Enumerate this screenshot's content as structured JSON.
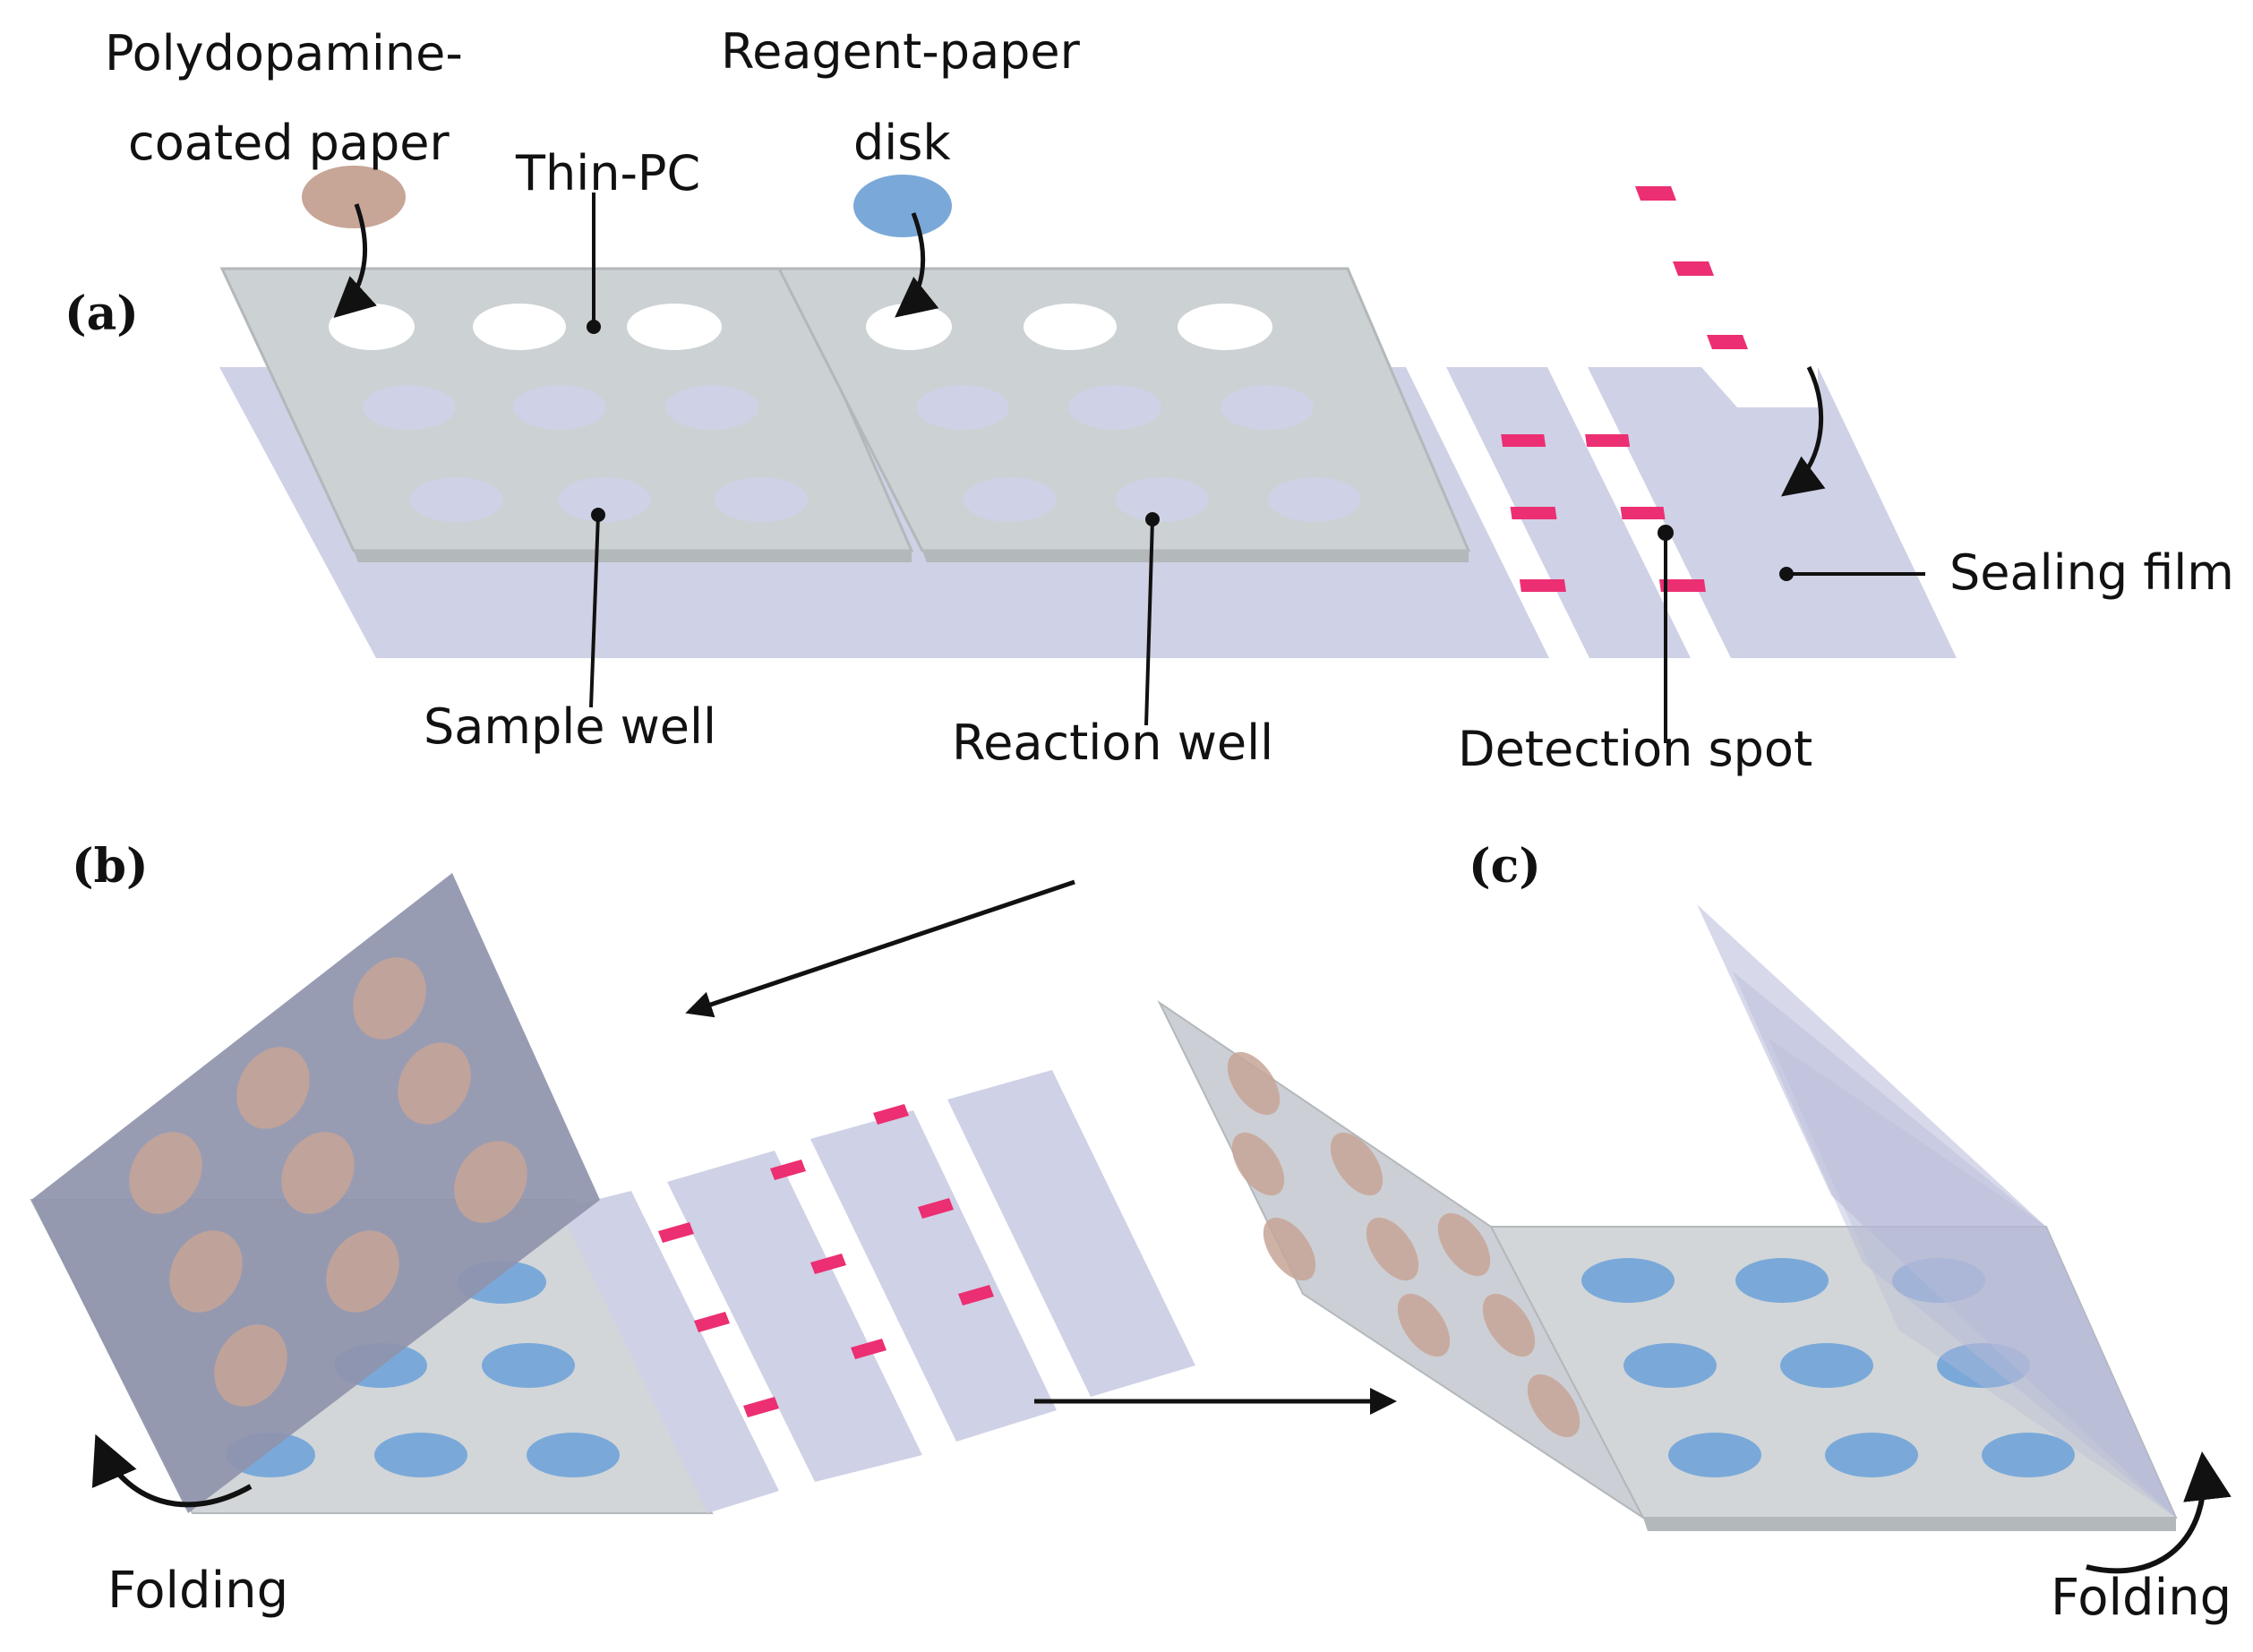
{
  "figure": {
    "panel_a": {
      "letter": "(a)",
      "labels": {
        "polydopamine_line1": "Polydopamine-",
        "polydopamine_line2": "coated paper",
        "thin_pc": "Thin-PC",
        "reagent_line1": "Reagent-paper",
        "reagent_line2": "disk",
        "sealing_film": "Sealing film",
        "sample_well": "Sample well",
        "reaction_well": "Reaction well",
        "detection_spot": "Detection spot"
      }
    },
    "panel_b": {
      "letter": "(b)",
      "folding": "Folding"
    },
    "panel_c": {
      "letter": "(c)",
      "folding": "Folding"
    }
  },
  "colors": {
    "sealing_film": "#cfd1e6",
    "thin_pc": "#ccd1d3",
    "pc_edge": "#b3b8ba",
    "well_hole": "#cfd1e6",
    "reagent_blue": "#7aa9d9",
    "polydopamine_brown": "#c7a597",
    "detection_pink": "#ec2f72",
    "folded_sheet": "#8f94ad"
  }
}
